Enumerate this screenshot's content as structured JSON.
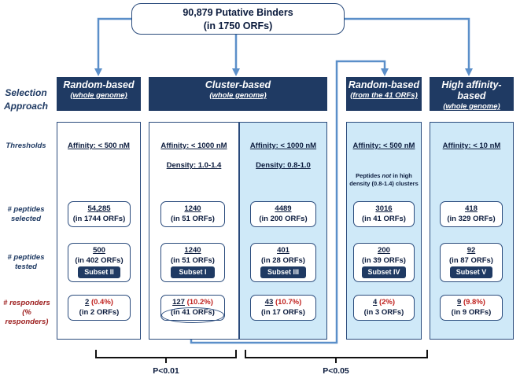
{
  "top": {
    "line1": "90,879 Putative Binders",
    "line2": "(in 1750 ORFs)"
  },
  "selection_label": {
    "line1": "Selection",
    "line2": "Approach"
  },
  "row_labels": {
    "thresholds": "Thresholds",
    "selected": {
      "line1": "# peptides",
      "line2": "selected"
    },
    "tested": {
      "line1": "# peptides",
      "line2": "tested"
    },
    "responders": {
      "line1": "# responders",
      "line2": "(% responders)"
    }
  },
  "approaches": [
    {
      "title": "Random-based",
      "subtitle": "(whole genome)"
    },
    {
      "title": "Cluster-based",
      "subtitle": "(whole genome)"
    },
    {
      "title": "Random-based",
      "subtitle": "(from the 41 ORFs)"
    },
    {
      "title": "High affinity-based",
      "subtitle": "(whole genome)"
    }
  ],
  "columns": [
    {
      "affinity": "Affinity: < 500 nM",
      "density": "",
      "note": "",
      "selected": {
        "count": "54,285",
        "orfs": "(in 1744 ORFs)"
      },
      "tested": {
        "count": "500",
        "orfs": "(in 402 ORFs)",
        "subset": "Subset II"
      },
      "responders": {
        "count": "2",
        "pct": "(0.4%)",
        "orfs": "(in 2 ORFs)"
      }
    },
    {
      "affinity": "Affinity: < 1000 nM",
      "density": "Density: 1.0-1.4",
      "note": "",
      "selected": {
        "count": "1240",
        "orfs": "(in 51 ORFs)"
      },
      "tested": {
        "count": "1240",
        "orfs": "(in 51 ORFs)",
        "subset": "Subset I"
      },
      "responders": {
        "count": "127",
        "pct": "(10.2%)",
        "orfs": "(in 41 ORFs)"
      }
    },
    {
      "affinity": "Affinity: < 1000 nM",
      "density": "Density: 0.8-1.0",
      "note": "",
      "selected": {
        "count": "4489",
        "orfs": "(in 200 ORFs)"
      },
      "tested": {
        "count": "401",
        "orfs": "(in 28 ORFs)",
        "subset": "Subset III"
      },
      "responders": {
        "count": "43",
        "pct": "(10.7%)",
        "orfs": "(in 17 ORFs)"
      }
    },
    {
      "affinity": "Affinity: < 500 nM",
      "density": "",
      "note_pre": "Peptides ",
      "note_em": "not",
      "note_post": " in high",
      "note_line2": "density (0.8-1.4) clusters",
      "selected": {
        "count": "3016",
        "orfs": "(in 41 ORFs)"
      },
      "tested": {
        "count": "200",
        "orfs": "(in 39 ORFs)",
        "subset": "Subset IV"
      },
      "responders": {
        "count": "4",
        "pct": "(2%)",
        "orfs": "(in 3 ORFs)"
      }
    },
    {
      "affinity": "Affinity: < 10 nM",
      "density": "",
      "note": "",
      "selected": {
        "count": "418",
        "orfs": "(in 329 ORFs)"
      },
      "tested": {
        "count": "92",
        "orfs": "(in 87 ORFs)",
        "subset": "Subset V"
      },
      "responders": {
        "count": "9",
        "pct": "(9.8%)",
        "orfs": "(in 9 ORFs)"
      }
    }
  ],
  "pvalues": {
    "left": "P<0.01",
    "right": "P<0.05"
  },
  "colors": {
    "navy": "#1f3a63",
    "light_blue": "#cfe9f8",
    "red": "#c0221f"
  }
}
